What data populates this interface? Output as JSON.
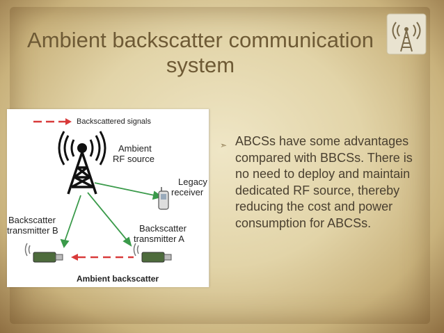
{
  "slide": {
    "title": "Ambient backscatter communication system",
    "icon": "antenna-tower-icon",
    "bullets": [
      "ABCSs have some advantages compared with BBCSs. There is no need to deploy and maintain dedicated RF source, thereby reducing the cost and power consumption for ABCSs."
    ]
  },
  "diagram": {
    "legend_label": "Backscattered signals",
    "source_label_line1": "Ambient",
    "source_label_line2": "RF source",
    "receiver_label_line1": "Legacy",
    "receiver_label_line2": "receiver",
    "tx_b_line1": "Backscatter",
    "tx_b_line2": "transmitter B",
    "tx_a_line1": "Backscatter",
    "tx_a_line2": "transmitter A",
    "caption": "Ambient backscatter",
    "colors": {
      "forward": "#3a9a4a",
      "backscatter": "#d83a3a"
    }
  }
}
